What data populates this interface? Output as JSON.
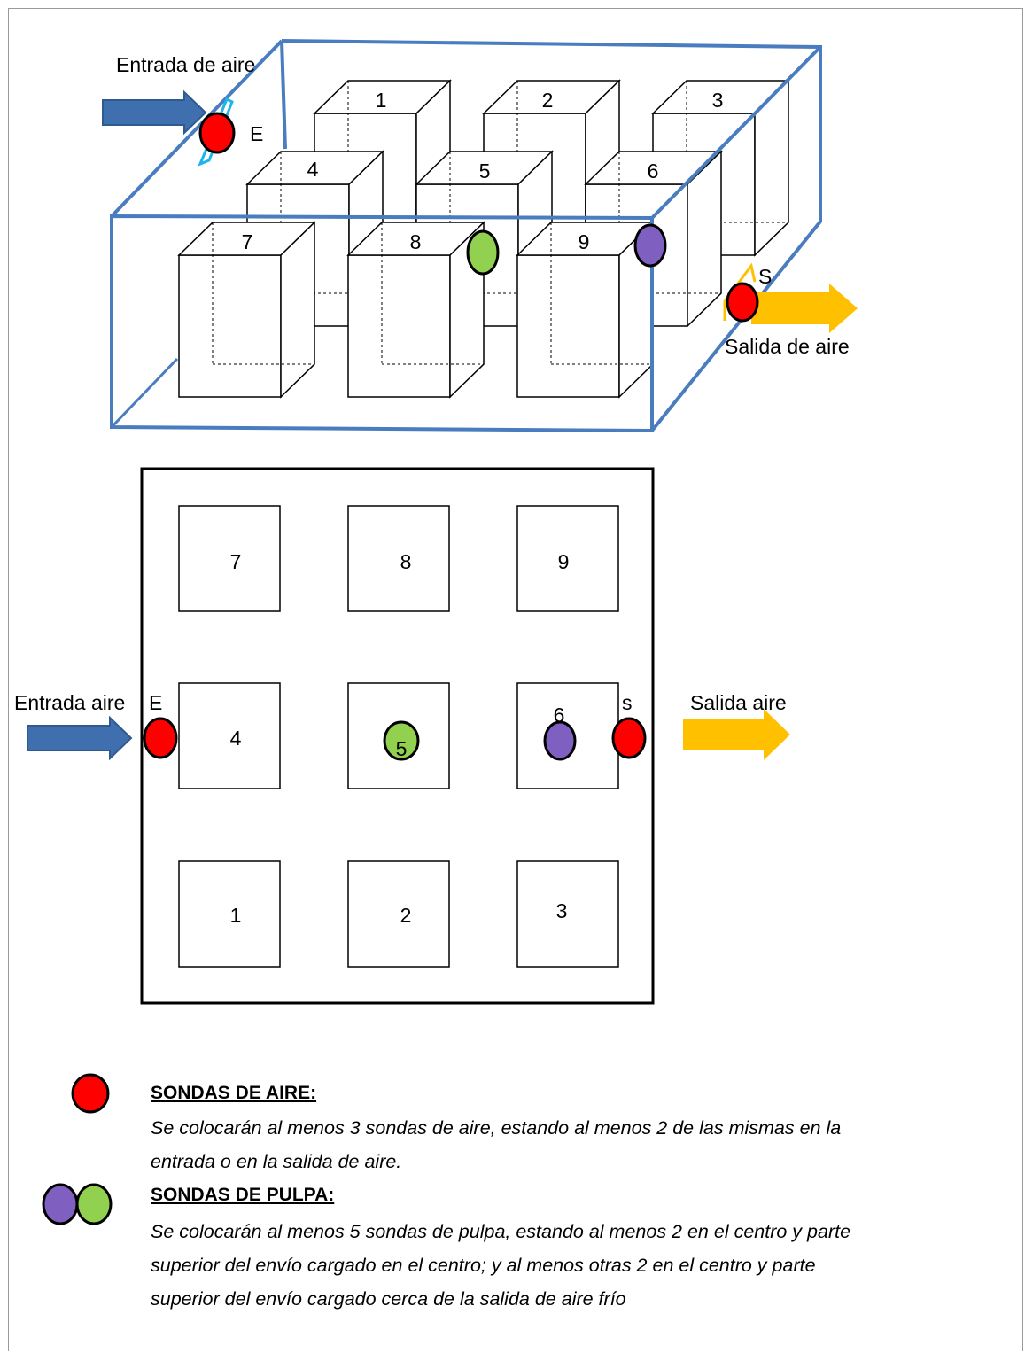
{
  "top_view_3d": {
    "label_air_in": "Entrada de aire",
    "label_probe_in": "E",
    "label_probe_out": "S",
    "label_air_out": "Salida de aire",
    "boxes": [
      "1",
      "2",
      "3",
      "4",
      "5",
      "6",
      "7",
      "8",
      "9"
    ]
  },
  "plan_view": {
    "label_air_in": "Entrada aire",
    "label_probe_in": "E",
    "label_probe_out": "s",
    "label_air_out": "Salida aire",
    "boxes": [
      "7",
      "8",
      "9",
      "4",
      "5",
      "6",
      "1",
      "2",
      "3"
    ]
  },
  "legend": {
    "air_title": "SONDAS DE AIRE:",
    "air_text_1": "Se colocarán al menos 3 sondas de aire, estando al menos 2 de las mismas en la",
    "air_text_2": "entrada o en la salida de aire.",
    "pulp_title": "SONDAS DE PULPA:",
    "pulp_text_1": "Se colocarán al menos 5 sondas de pulpa, estando al menos 2 en el centro y parte",
    "pulp_text_2": "superior del envío cargado en el centro; y al menos otras 2 en el centro y parte",
    "pulp_text_3": "superior del envío cargado cerca de la salida de aire frío"
  },
  "colors": {
    "container": "#4a7dbf",
    "arrow_in": "#3f6fae",
    "arrow_out": "#ffc000",
    "air_probe": "#ff0000",
    "pulp_probe_green": "#92d050",
    "pulp_probe_purple": "#7f5fbf",
    "cyan_marker": "#1fb4ea"
  }
}
